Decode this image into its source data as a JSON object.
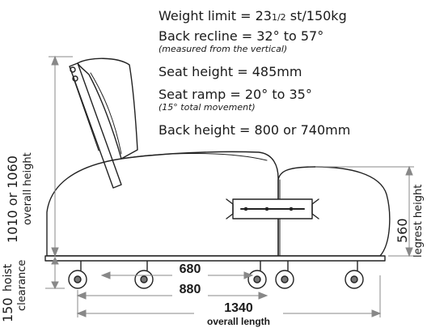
{
  "specs": {
    "weight_limit": "Weight limit = 23",
    "weight_limit_fraction": "1/2",
    "weight_limit_rest": " st/150kg",
    "back_recline": "Back recline = 32° to 57°",
    "back_recline_note": "(measured from the vertical)",
    "seat_height": "Seat height = 485mm",
    "seat_ramp": "Seat ramp = 20° to 35°",
    "seat_ramp_note": "(15° total movement)",
    "back_height": "Back height = 800 or 740mm"
  },
  "dimensions": {
    "overall_height_value": "1010 or 1060",
    "overall_height_label": "overall height",
    "hoist_value": "150",
    "hoist_label_1": "hoist",
    "hoist_label_2": "clearance",
    "legrest_value": "560",
    "legrest_label": "legrest height",
    "wheelbase_inner": "680",
    "wheelbase_outer": "880",
    "overall_length_value": "1340",
    "overall_length_label": "overall length"
  },
  "colors": {
    "line": "#222222",
    "dim_line": "#888888"
  }
}
